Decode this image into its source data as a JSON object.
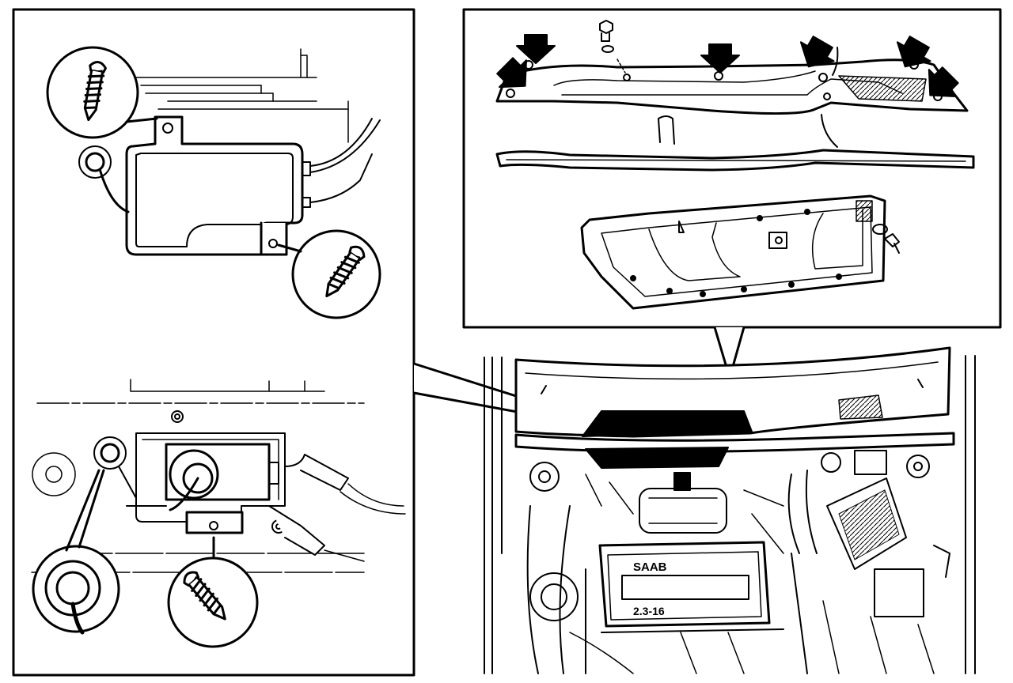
{
  "figure": {
    "ink_color": "#000000",
    "paper_color": "#ffffff",
    "panels": [
      "left-detail-panel",
      "top-right-detail-panel",
      "engine-bay-view"
    ],
    "engine_labels": {
      "valve_cover_brand": "SAAB",
      "engine_code": "2.3-16"
    },
    "arrow_count_cowl_panel": 6
  }
}
